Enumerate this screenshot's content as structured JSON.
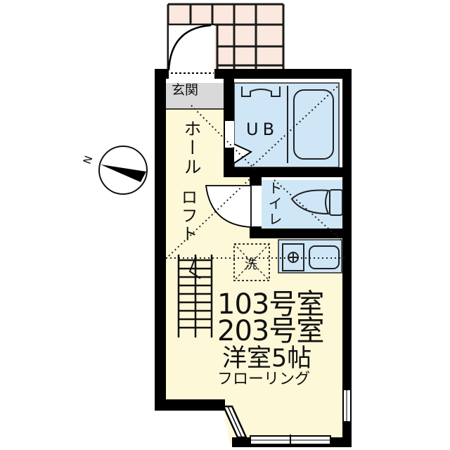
{
  "floorplan": {
    "units": [
      "103号室",
      "203号室"
    ],
    "main_room": {
      "type": "洋室",
      "size": "5帖",
      "label": "洋室5帖",
      "flooring": "フローリング"
    },
    "rooms": {
      "entrance": "玄関",
      "hall": "ホール",
      "loft": "ロフト",
      "bath": "UB",
      "toilet": "トイレ",
      "washer": "洗"
    },
    "compass": {
      "label": "N",
      "icon": "north-arrow-icon"
    },
    "colors": {
      "wall": "#000000",
      "room_floor": "#fdf8d8",
      "wet_area": "#cfe6f7",
      "entrance_floor": "#d9d9d9",
      "exterior_tile": "#fbe9df"
    }
  }
}
